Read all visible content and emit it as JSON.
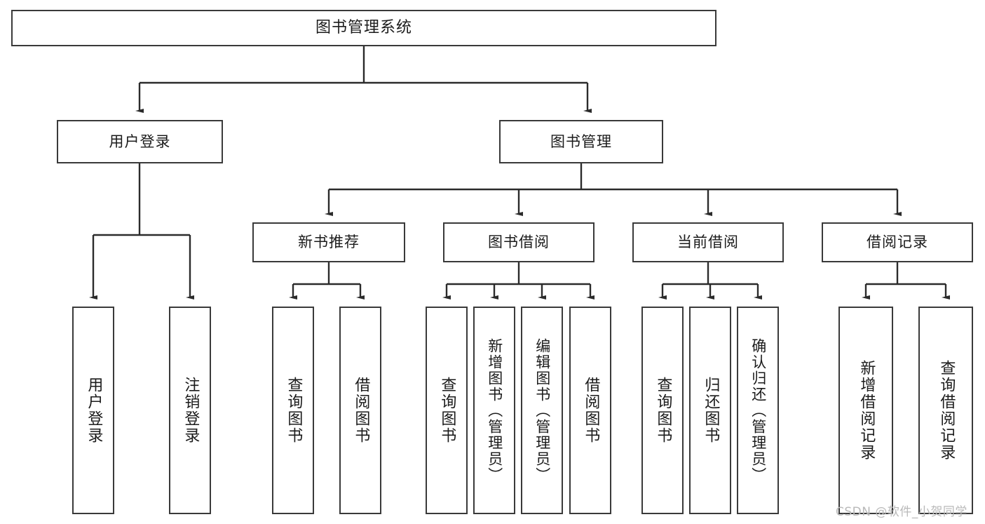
{
  "diagram": {
    "title": "图书管理系统",
    "type": "tree",
    "watermark": "CSDN @软件_小贺同学",
    "colors": {
      "border": "#3a3a3a",
      "background": "#ffffff",
      "text": "#1b1b1b",
      "watermark": "#b9b9b9"
    },
    "root": {
      "label": "图书管理系统"
    },
    "level2": [
      {
        "label": "用户登录"
      },
      {
        "label": "图书管理"
      }
    ],
    "level3": [
      {
        "label": "新书推荐"
      },
      {
        "label": "图书借阅"
      },
      {
        "label": "当前借阅"
      },
      {
        "label": "借阅记录"
      }
    ],
    "leaves": {
      "user_login": [
        {
          "label": "用户登录"
        },
        {
          "label": "注销登录"
        }
      ],
      "new_book_recommend": [
        {
          "label": "查询图书"
        },
        {
          "label": "借阅图书"
        }
      ],
      "book_borrow": [
        {
          "label": "查询图书"
        },
        {
          "label": "新增图书（管理员）"
        },
        {
          "label": "编辑图书（管理员）"
        },
        {
          "label": "借阅图书"
        }
      ],
      "current_borrow": [
        {
          "label": "查询图书"
        },
        {
          "label": "归还图书"
        },
        {
          "label": "确认归还（管理员）"
        }
      ],
      "borrow_record": [
        {
          "label": "新增借阅记录"
        },
        {
          "label": "查询借阅记录"
        }
      ]
    }
  }
}
